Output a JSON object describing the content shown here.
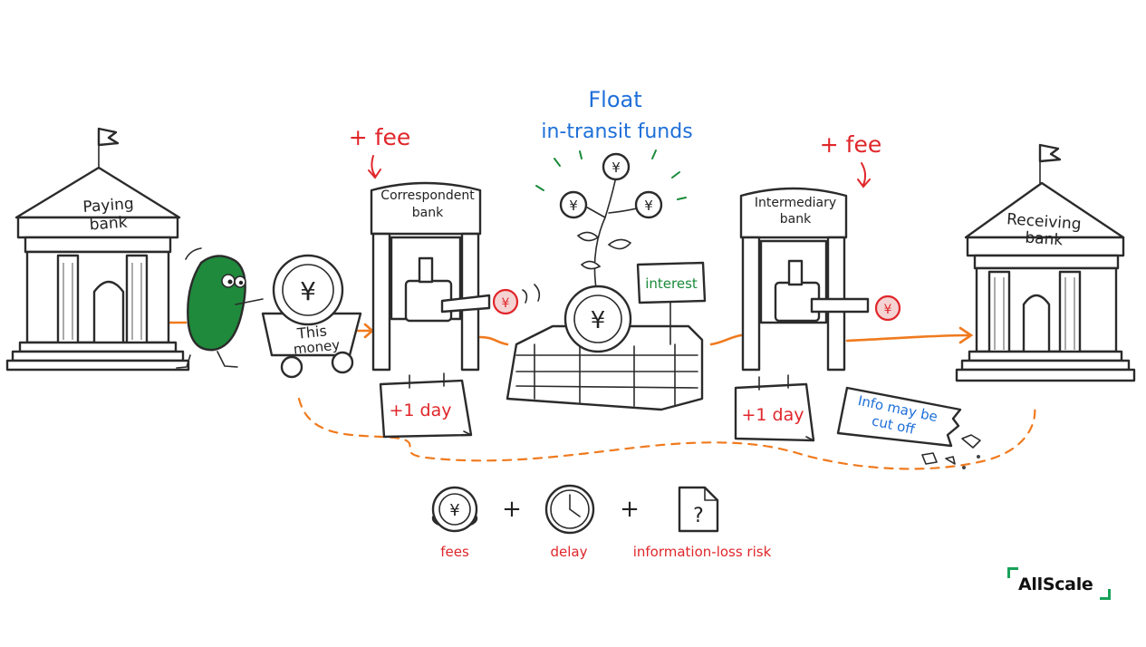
{
  "banks": {
    "paying": [
      "Paying",
      "bank"
    ],
    "correspondent": [
      "Correspondent",
      "bank"
    ],
    "intermediary": [
      "Intermediary",
      "bank"
    ],
    "receiving": [
      "Receiving",
      "bank"
    ]
  },
  "fee_label_left": "+ fee",
  "fee_label_right": "+ fee",
  "float_title": [
    "Float",
    "in-transit funds"
  ],
  "interest_sign": "interest",
  "cart_label": [
    "This",
    "money"
  ],
  "delay_left": "+1 day",
  "delay_right": "+1 day",
  "info_note": [
    "Info may be",
    "cut off"
  ],
  "coin_symbol": "¥",
  "costs": {
    "items": [
      "fees",
      "delay",
      "information-loss risk"
    ],
    "operator": "+"
  },
  "logo": "AllScale",
  "colors": {
    "orange": "#f07a1e",
    "red": "#e0262a",
    "blue": "#1e6fd9",
    "green": "#1a8a3a",
    "character_green": "#1f8a3c",
    "logo_green": "#17a25a"
  }
}
